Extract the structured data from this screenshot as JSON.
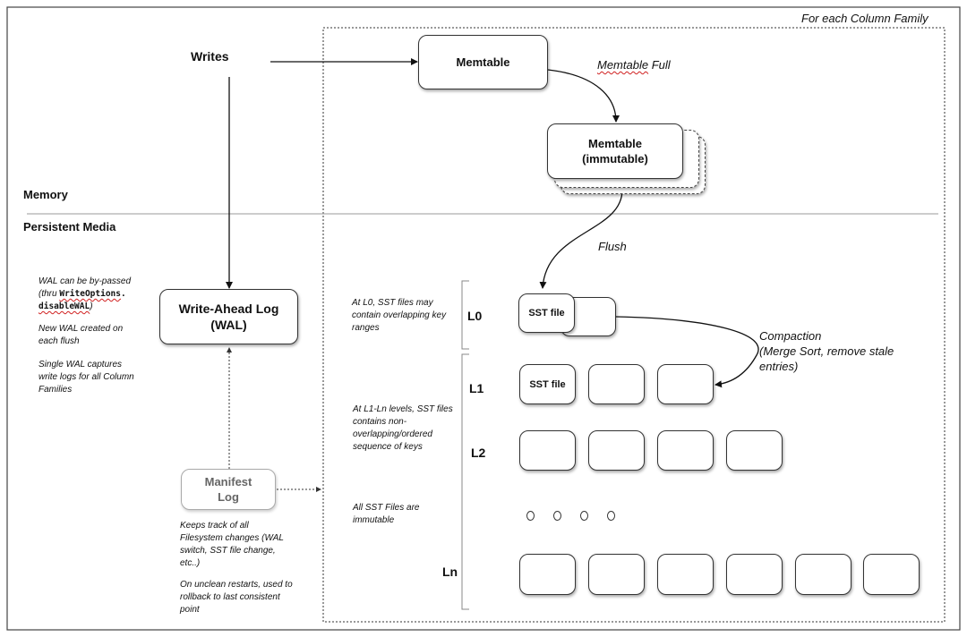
{
  "frame": {
    "column_family_label": "For each Column Family"
  },
  "zones": {
    "memory_label": "Memory",
    "persistent_label": "Persistent Media"
  },
  "writes": {
    "label": "Writes"
  },
  "memtable": {
    "label": "Memtable",
    "full_label_prefix": "Memtable",
    "full_label_suffix": " Full"
  },
  "immutable_memtable": {
    "line1": "Memtable",
    "line2": "(immutable)"
  },
  "flush": {
    "label": "Flush"
  },
  "wal": {
    "line1": "Write-Ahead Log",
    "line2": "(WAL)",
    "notes": {
      "bypass_1": "WAL can be by-passed",
      "bypass_2_prefix": "(thru ",
      "bypass_2_code": "WriteOptions",
      "bypass_2_dot": ".",
      "bypass_3_code": "disableWAL",
      "bypass_3_suffix": ")",
      "new_wal_1": "New WAL created on",
      "new_wal_2": "each flush",
      "single_1": "Single WAL captures",
      "single_2": "write logs for all Column",
      "single_3": "Families"
    }
  },
  "manifest": {
    "line1": "Manifest",
    "line2": "Log",
    "notes": {
      "track_1": "Keeps track of all",
      "track_2": "Filesystem changes (WAL",
      "track_3": "switch, SST file change,",
      "track_4": "etc..)",
      "restart_1": "On unclean restarts, used to",
      "restart_2": "rollback to last consistent",
      "restart_3": "point"
    }
  },
  "levels": {
    "l0": "L0",
    "l1": "L1",
    "l2": "L2",
    "ln": "Ln",
    "sst_file_label": "SST file",
    "notes": {
      "l0_1": "At L0, SST files may",
      "l0_2": "contain overlapping key",
      "l0_3": "ranges",
      "l1n_1": "At L1-Ln levels, SST files",
      "l1n_2": "contains non-",
      "l1n_3": "overlapping/ordered",
      "l1n_4": "sequence of keys",
      "immutable_1": "All SST Files are",
      "immutable_2": "immutable"
    }
  },
  "compaction": {
    "line1": "Compaction",
    "line2": "(Merge Sort, remove stale",
    "line3": "entries)"
  }
}
